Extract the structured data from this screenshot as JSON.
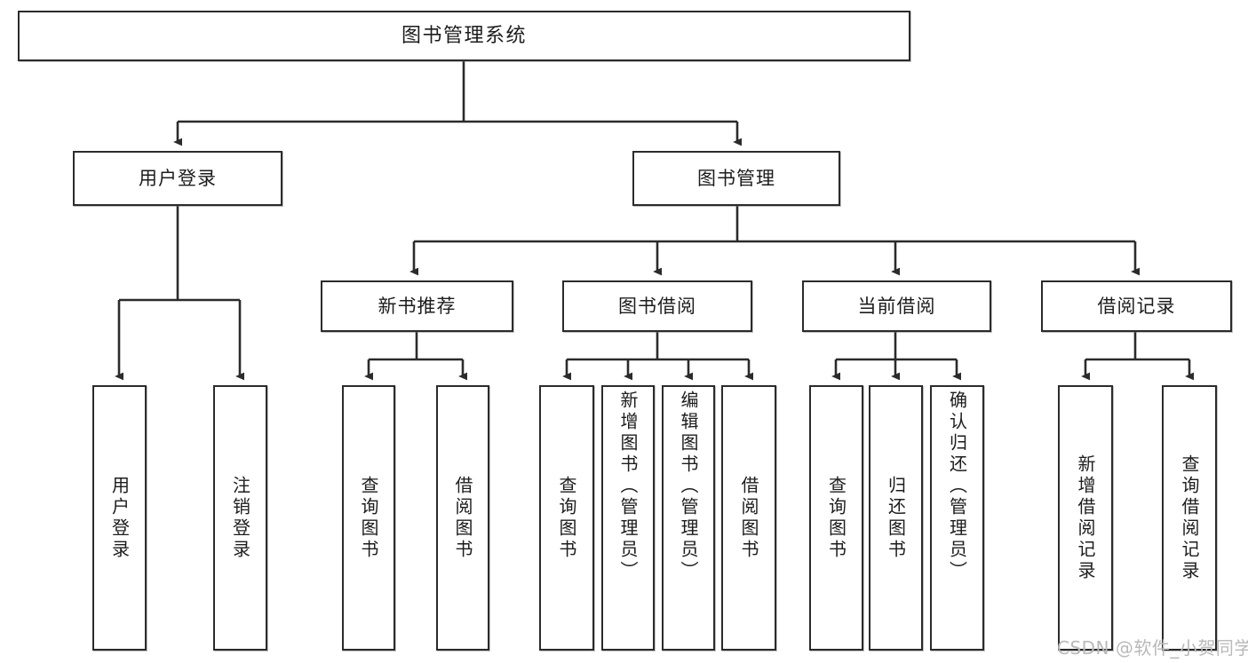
{
  "diagram": {
    "title": "图书管理系统",
    "watermark": "CSDN @软件_小贺同学",
    "stroke_color": "#2b2b2b",
    "background_color": "#ffffff",
    "watermark_color": "#b9b9b9",
    "levels": {
      "root": {
        "label": "图书管理系统"
      },
      "level2": [
        {
          "label": "用户登录"
        },
        {
          "label": "图书管理"
        }
      ],
      "level3": [
        {
          "label": "新书推荐"
        },
        {
          "label": "图书借阅"
        },
        {
          "label": "当前借阅"
        },
        {
          "label": "借阅记录"
        }
      ],
      "leaves": {
        "user_login": [
          {
            "label": "用户登录"
          },
          {
            "label": "注销登录"
          }
        ],
        "new_book_recommend": [
          {
            "label": "查询图书"
          },
          {
            "label": "借阅图书"
          }
        ],
        "book_borrow": [
          {
            "label": "查询图书"
          },
          {
            "label": "新增图书（管理员）"
          },
          {
            "label": "编辑图书（管理员）"
          },
          {
            "label": "借阅图书"
          }
        ],
        "current_borrow": [
          {
            "label": "查询图书"
          },
          {
            "label": "归还图书"
          },
          {
            "label": "确认归还（管理员）"
          }
        ],
        "borrow_record": [
          {
            "label": "新增借阅记录"
          },
          {
            "label": "查询借阅记录"
          }
        ]
      }
    }
  }
}
